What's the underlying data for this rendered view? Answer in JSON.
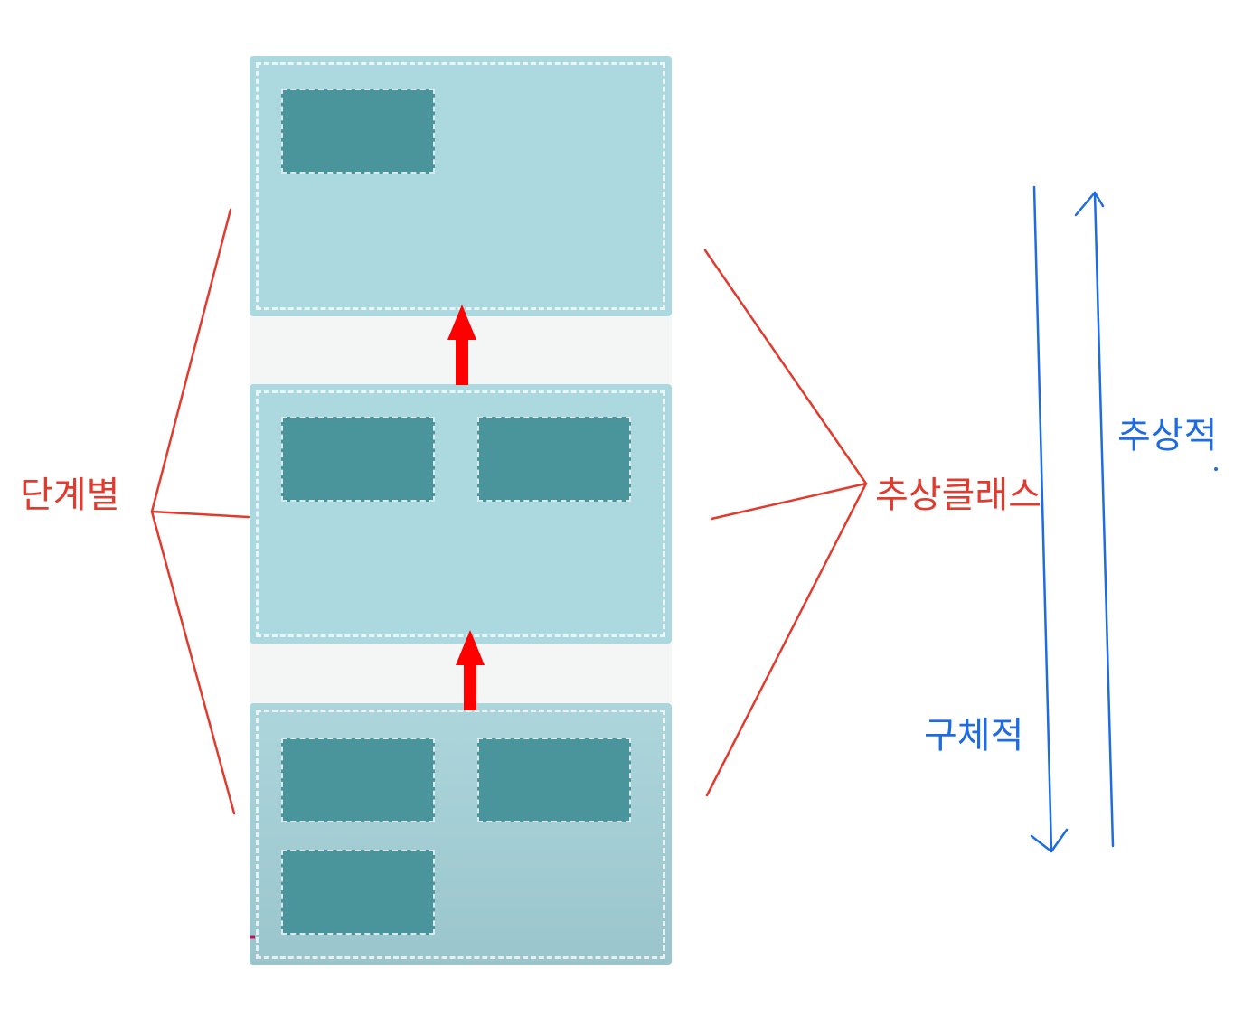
{
  "colors": {
    "panel": "#acd9df",
    "block": "#4a959c",
    "annotation_red": "#e23b2e",
    "annotation_blue": "#1f6be0",
    "arrow_red": "#ff0000"
  },
  "labels": {
    "left": "단계별",
    "right": "추상클래스",
    "abstract": "추상적",
    "concrete": "구체적"
  },
  "icons": {
    "inheritance_arrow": "arrow-up-icon",
    "down_arrow": "arrow-down-icon",
    "up_arrow": "arrow-up-icon"
  }
}
